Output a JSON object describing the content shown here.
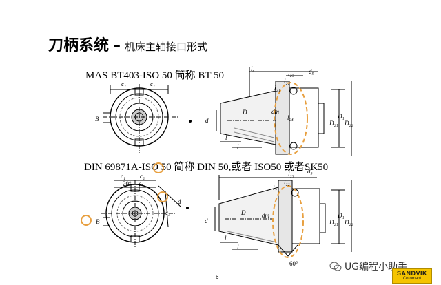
{
  "title": {
    "main": "刀柄系统",
    "dash": "–",
    "sub": "机床主轴接口形式"
  },
  "captions": {
    "top": "MAS BT403-ISO 50 简称 BT 50",
    "bottom": "DIN 69871A-ISO 50 简称 DIN 50,或者 ISO50 或者SK50"
  },
  "labels_top": {
    "c1a": "c₁",
    "c1b": "c₁",
    "bkw1": "B",
    "lc": "l₆",
    "l23": "l₂₃",
    "l22": "l₂₂",
    "dg": "d₉",
    "l21": "l₂₁",
    "dth": "D",
    "dm": "dm",
    "l24": "l₂₄",
    "db1": "d",
    "d21": "D₂₁",
    "d1": "D₁",
    "d22": "D₂₂",
    "lb": "l",
    "lth": "l"
  },
  "labels_bottom": {
    "c1": "c₁",
    "c2": "c₂",
    "deg20": "20°",
    "c3a": "c₃",
    "dhc": "d",
    "c3b": "c₃",
    "bkw1": "B",
    "l23": "l₂₃",
    "l22": "l₂₂",
    "dg": "d₉",
    "l21": "l₂₁",
    "dth": "D",
    "dm": "dm",
    "db1": "d",
    "d21": "D₂₁",
    "d1": "D₁",
    "d22": "D₂₂",
    "lb": "l",
    "lth": "l",
    "deg60": "60°"
  },
  "page_number": "6",
  "watermark": "UG编程小助手",
  "logo": {
    "top": "SANDVIK",
    "bottom": "Coromant"
  },
  "colors": {
    "highlight": "#e8a040",
    "logo": "#f5c400"
  }
}
